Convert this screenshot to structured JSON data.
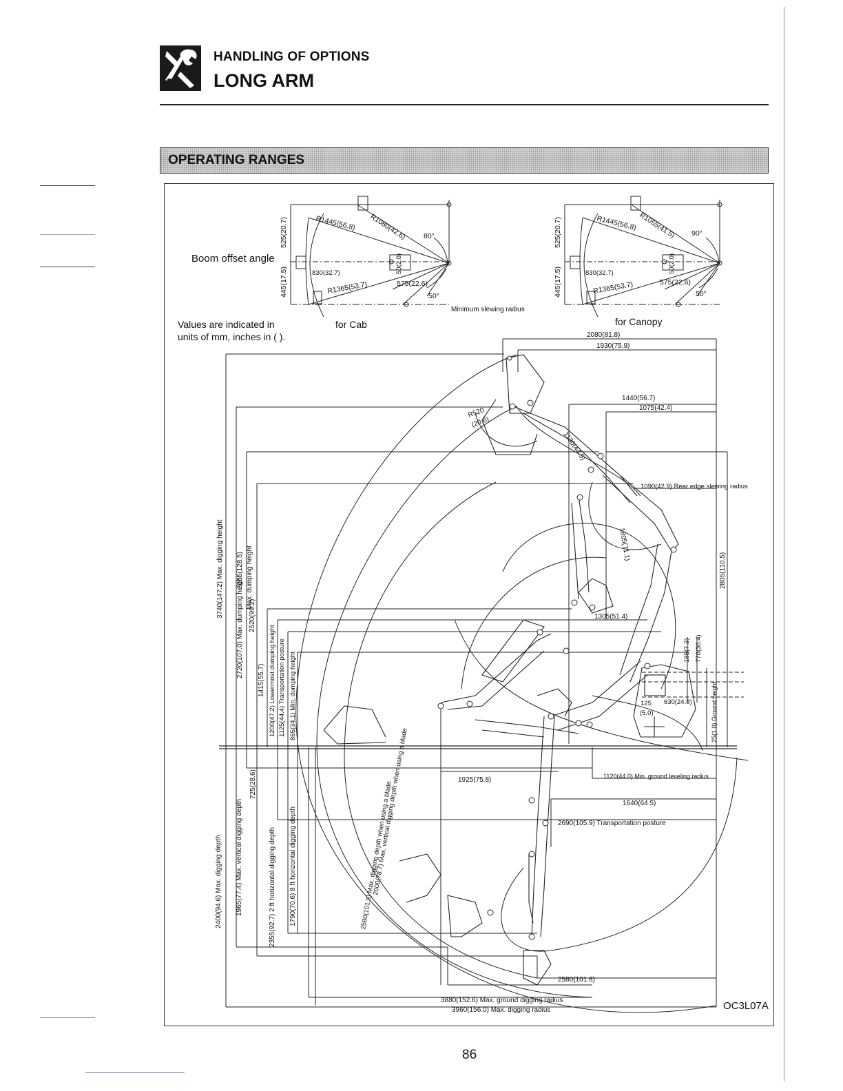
{
  "header": {
    "section_label": "HANDLING OF OPTIONS",
    "title": "LONG ARM",
    "icon": "wrench-screwdriver-icon"
  },
  "section": {
    "title": "OPERATING RANGES"
  },
  "boom_offset": {
    "label": "Boom offset angle",
    "min_slewing": "Minimum slewing radius",
    "cab": {
      "caption": "for Cab",
      "r1": "R1445(56.8)",
      "r2": "R1080(42.6)",
      "angle_top": "80°",
      "left_top": "525(20.7)",
      "left_bottom": "445(17.5)",
      "mid": "830(32.7)",
      "vert": "50(2.0)",
      "r3": "R1365(53.7)",
      "right_low": "575(22.6)",
      "angle_bottom": "50°"
    },
    "canopy": {
      "caption": "for Canopy",
      "r1": "R1445(56.8)",
      "r2": "R1055(41.5)",
      "angle_top": "90°",
      "left_top": "525(20.7)",
      "left_bottom": "445(17.5)",
      "mid": "830(32.7)",
      "vert": "50(2.0)",
      "r3": "R1365(53.7)",
      "right_low": "575(22.6)",
      "angle_bottom": "50°"
    }
  },
  "units_note": {
    "line1": "Values are indicated in",
    "line2": "units of mm, inches in ( )."
  },
  "dimensions": {
    "d2080": "2080(81.8)",
    "d1930": "1930(75.9)",
    "d1440": "1440(56.7)",
    "d1075": "1075(42.4)",
    "r520a": "R520",
    "r520b": "(20.6)",
    "d1130": "1130(44.5)",
    "d1090": "1090(42.9) Rear edge slewing radius",
    "d1805": "1805(71.1)",
    "d2805": "2805(110.5)",
    "d1305": "1305(51.4)",
    "d185": "185(7.3)",
    "d770": "770(30.4)",
    "d630": "630(24.8)",
    "d125": "125",
    "d50": "(5.0)",
    "d25": "25(1.0) Ground height",
    "d1925": "1925(75.8)",
    "d1120": "1120(44.0) Min. ground leveling radius",
    "d1640": "1640(64.5)",
    "d2690": "2690(105.9) Transportation posture",
    "d2580b": "2580(101.6)",
    "d3880": "3880(152.6) Max. ground digging radius",
    "d3960": "3960(156.0) Max. digging radius",
    "h3740": "3740(147.2) Max. digging height",
    "h3265": "3265(128.5)",
    "h3265b": "Max. dumping height",
    "h2720": "2720(107.0) Max. dumping height",
    "h2520": "2520(99.2)",
    "h1415": "1415(55.7)",
    "h1200": "1200(47.2) Lowermost dumping height",
    "h1125": "1125(44.4) Transportation posture",
    "h865": "865(34.1) Min. dumping height",
    "v2400": "2400(94.6) Max. digging depth",
    "v1965": "1965(77.4) Max. vertical digging depth",
    "v725": "725(28.6)",
    "v2355": "2355(92.7) 2 ft horizontal digging depth",
    "v1790": "1790(70.6) 8 ft horizontal digging depth",
    "v2580": "2580(101.5) Max. digging depth when using a blade",
    "v2000": "2000(78.7) Max. vertical digging depth when using a blade"
  },
  "figure_code": "OC3L07A",
  "page_number": "86"
}
